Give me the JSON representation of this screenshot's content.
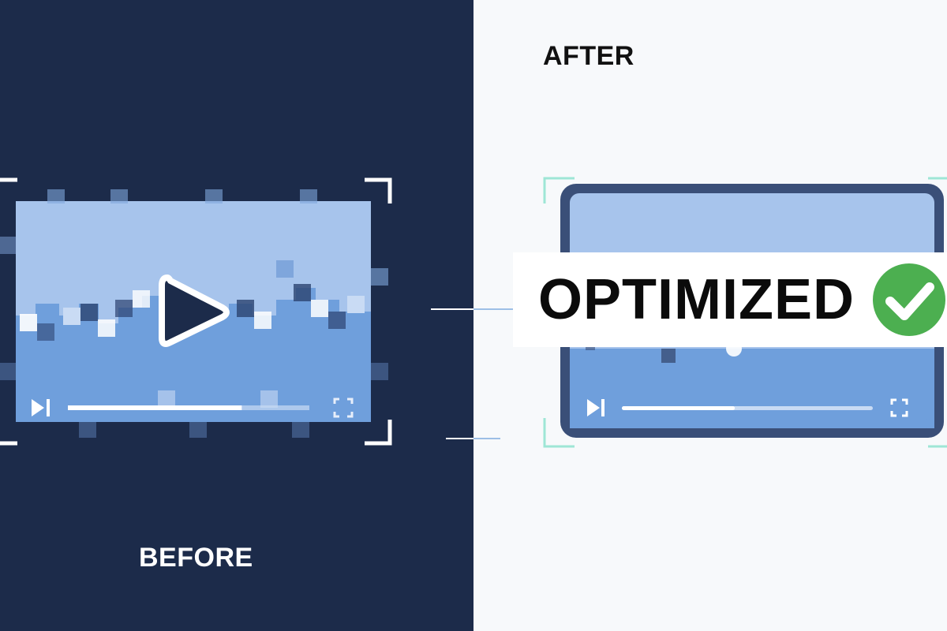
{
  "labels": {
    "before": "BEFORE",
    "after": "AFTER",
    "badge": "OPTIMIZED"
  },
  "colors": {
    "left_background": "#1c2b4a",
    "right_background": "#f7f9fb",
    "sky": "#a7c4ec",
    "ground": "#6f9fdc",
    "frame": "#3a4f78",
    "check_green": "#4caf50",
    "corner_accent": "#9ee6d6"
  },
  "icons": {
    "before_player": [
      "play-icon",
      "skip-next-icon",
      "fullscreen-icon"
    ],
    "after_player": [
      "skip-next-icon",
      "fullscreen-icon",
      "checkmark-icon"
    ]
  },
  "players": {
    "before": {
      "progress": 0.72
    },
    "after": {
      "progress": 0.45
    }
  }
}
